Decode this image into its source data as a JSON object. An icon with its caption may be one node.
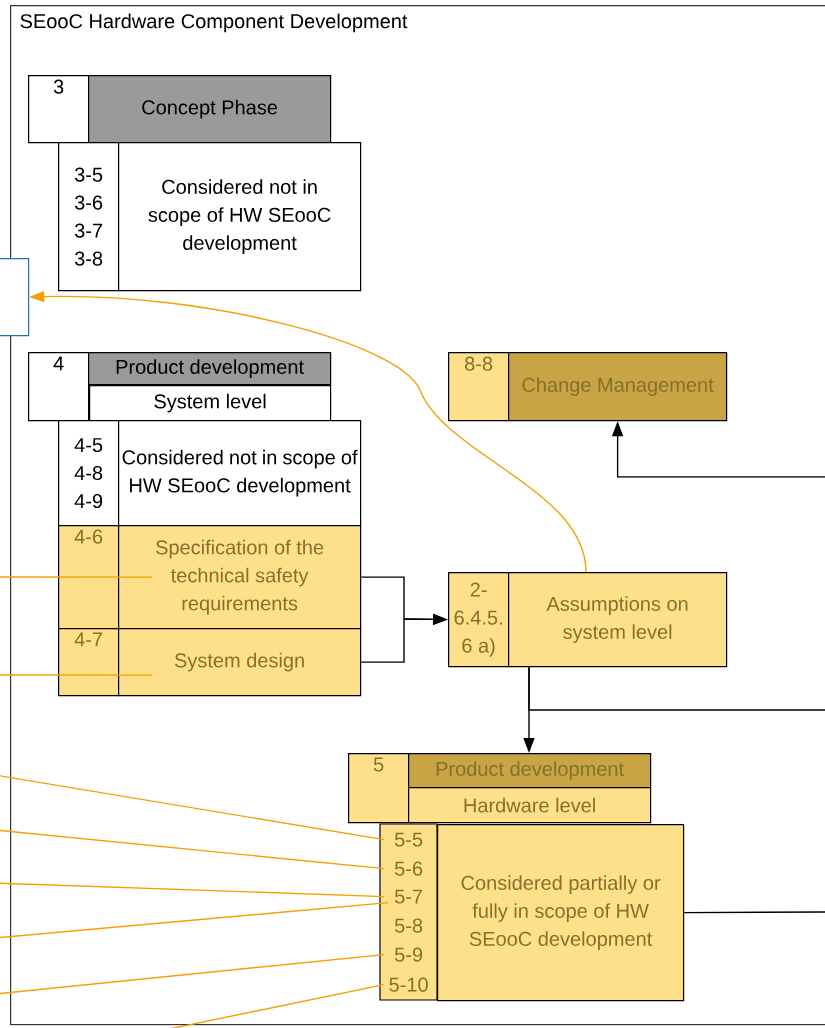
{
  "diagram": {
    "nodes": [
      {
        "text": [
          "SEooC Hardware Component Development"
        ]
      },
      {
        "text": [],
        "shape": "box"
      },
      {
        "text": [
          "3"
        ],
        "in": 0
      },
      {
        "text": [
          "Concept Phase"
        ],
        "in": 0
      },
      {
        "text": [
          "3-5 3-6 3-7 3-8"
        ],
        "in": 0
      },
      {
        "text": [
          "Considered not in scope of HW SEooC development"
        ],
        "in": 0
      },
      {
        "text": [
          "4"
        ],
        "in": 0
      },
      {
        "text": [
          "Product development"
        ],
        "in": 0
      },
      {
        "text": [
          "System level"
        ],
        "in": 0
      },
      {
        "text": [
          "4-5 4-8 4-9"
        ],
        "in": 0
      },
      {
        "text": [
          "Considered not in scope of HW SEooC development"
        ],
        "in": 0
      },
      {
        "text": [
          "4-6"
        ],
        "in": 0
      },
      {
        "text": [
          "Specification of the technical safety requirements"
        ],
        "in": 0
      },
      {
        "text": [
          "4-7"
        ],
        "in": 0
      },
      {
        "text": [
          "System design"
        ],
        "in": 0
      },
      {
        "text": [
          "8-8"
        ],
        "in": 0
      },
      {
        "text": [
          "Change Management"
        ],
        "in": 0
      },
      {
        "text": [
          "2- 6.4.5. 6 a)"
        ],
        "in": 0
      },
      {
        "text": [
          "Assumptions on system level"
        ],
        "in": 0
      },
      {
        "text": [
          "5"
        ],
        "in": 0
      },
      {
        "text": [
          "Product development"
        ],
        "in": 0
      },
      {
        "text": [
          "Hardware level"
        ],
        "in": 0
      },
      {
        "text": [
          "5-5"
        ],
        "in": 0
      },
      {
        "text": [
          "5-6"
        ],
        "in": 0
      },
      {
        "text": [
          "5-7"
        ],
        "in": 0
      },
      {
        "text": [
          "5-8"
        ],
        "in": 0
      },
      {
        "text": [
          "5-9"
        ],
        "in": 0
      },
      {
        "text": [
          "5-10"
        ],
        "in": 0
      },
      {
        "text": [
          "Considered partially or fully in scope of HW SEooC development"
        ],
        "in": 0
      }
    ],
    "edges": [
      {
        "from": 12,
        "to": 17,
        "arrow": "to",
        "color": "#000000"
      },
      {
        "from": 14,
        "to": 17,
        "arrow": "to",
        "color": "#000000"
      },
      {
        "from": 18,
        "to": 1,
        "arrow": "to"
      },
      {
        "from": 18,
        "to": 20,
        "arrow": "to",
        "color": "#000000"
      },
      {
        "from": 18,
        "to": null,
        "arrow": "none",
        "color": "#000000"
      },
      {
        "from": null,
        "to": 16,
        "arrow": "to",
        "color": "#000000"
      },
      {
        "from": 28,
        "to": null,
        "arrow": "none",
        "color": "#000000"
      },
      {
        "from": null,
        "to": 12,
        "arrow": "none"
      },
      {
        "from": null,
        "to": 14,
        "arrow": "none"
      },
      {
        "from": null,
        "to": 22,
        "arrow": "none"
      },
      {
        "from": null,
        "to": 23,
        "arrow": "none"
      },
      {
        "from": null,
        "to": 24,
        "arrow": "none"
      },
      {
        "from": null,
        "to": 24,
        "arrow": "none"
      },
      {
        "from": null,
        "to": 26,
        "arrow": "none"
      },
      {
        "from": null,
        "to": 27,
        "arrow": "none"
      }
    ]
  }
}
